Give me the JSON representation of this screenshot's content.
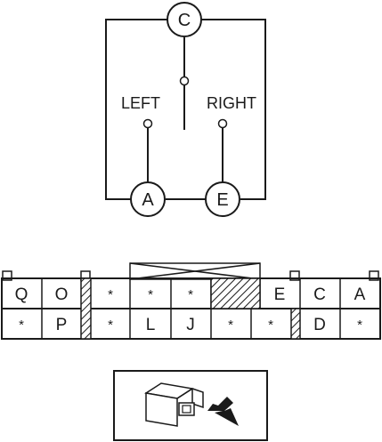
{
  "switch_schematic": {
    "common_terminal": "C",
    "left_terminal": "A",
    "right_terminal": "E",
    "left_label": "LEFT",
    "right_label": "RIGHT"
  },
  "connector": {
    "top_row": [
      "Q",
      "O",
      "*",
      "*",
      "*",
      "",
      "E",
      "C",
      "A"
    ],
    "bottom_row": [
      "*",
      "P",
      "*",
      "L",
      "J",
      "*",
      "*",
      "D",
      "*"
    ]
  },
  "connector_view": {
    "arrow_icon": "arrow-pointing-to-connector",
    "connector_icon": "harness-side-connector-icon"
  }
}
